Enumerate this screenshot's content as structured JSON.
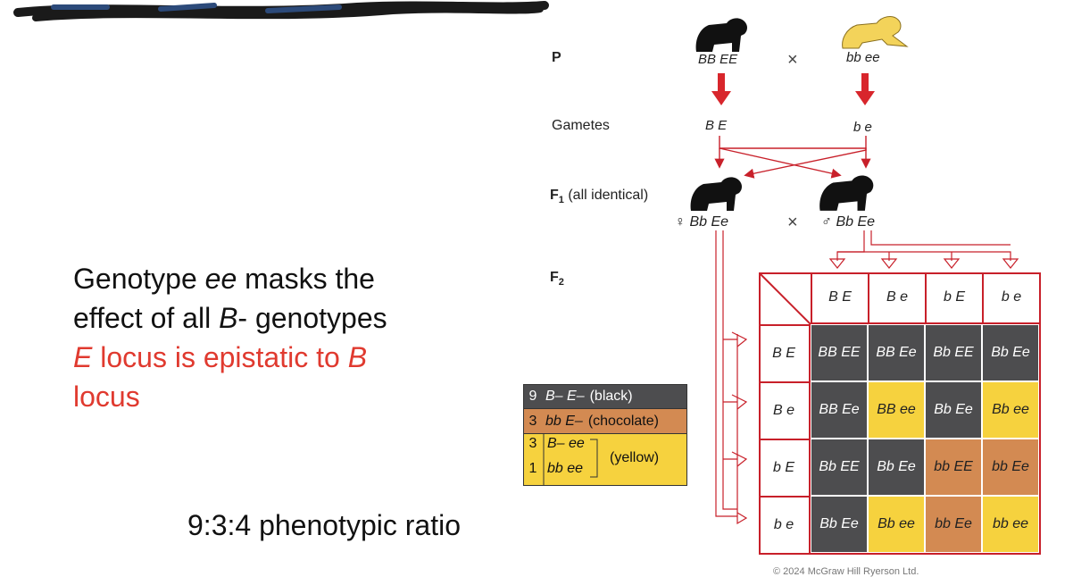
{
  "left_text": {
    "line1_pre": "Genotype ",
    "line1_italic": "ee",
    "line1_post": " masks the",
    "line2_pre": "effect of all ",
    "line2_italic": "B",
    "line2_post": "- genotypes",
    "line3_italic": "E",
    "line3_post": " locus is epistatic to ",
    "line3_italic2": "B",
    "line4": "locus",
    "ratio": "9:3:4 phenotypic ratio"
  },
  "cross": {
    "p_label": "P",
    "p_left_genotype": "BB EE",
    "p_right_genotype": "bb ee",
    "times": "×",
    "gametes_label": "Gametes",
    "gamete_left": "B E",
    "gamete_right": "b e",
    "f1_label_bold": "F",
    "f1_sub": "1",
    "f1_label_rest": " (all identical)",
    "f1_female": "♀ Bb Ee",
    "f1_male": "♂ Bb Ee",
    "f2_label_bold": "F",
    "f2_sub": "2"
  },
  "punnett": {
    "col_headers": [
      "B E",
      "B e",
      "b E",
      "b e"
    ],
    "row_headers": [
      "B E",
      "B e",
      "b E",
      "b e"
    ],
    "cells": [
      [
        "BB EE",
        "BB Ee",
        "Bb EE",
        "Bb Ee"
      ],
      [
        "BB Ee",
        "BB ee",
        "Bb Ee",
        "Bb ee"
      ],
      [
        "Bb EE",
        "Bb Ee",
        "bb EE",
        "bb Ee"
      ],
      [
        "Bb Ee",
        "Bb ee",
        "bb Ee",
        "bb ee"
      ]
    ],
    "phenotypes": [
      [
        "black",
        "black",
        "black",
        "black"
      ],
      [
        "black",
        "yellow",
        "black",
        "yellow"
      ],
      [
        "black",
        "black",
        "chocolate",
        "chocolate"
      ],
      [
        "black",
        "yellow",
        "chocolate",
        "yellow"
      ]
    ]
  },
  "legend": {
    "rows": [
      {
        "count": "9",
        "genotype": "B– E–",
        "phenotype": "(black)"
      },
      {
        "count": "3",
        "genotype": "bb E–",
        "phenotype": "(chocolate)"
      },
      {
        "count": "3",
        "genotype": "B– ee"
      },
      {
        "count": "1",
        "genotype": "bb ee"
      }
    ],
    "yellow_label": "(yellow)"
  },
  "colors": {
    "black": "#4d4d4f",
    "chocolate": "#d38a52",
    "yellow": "#f6d23e",
    "red": "#e03a2f",
    "punnett_border": "#c8202a"
  },
  "copyright": "© 2024 McGraw Hill Ryerson Ltd."
}
